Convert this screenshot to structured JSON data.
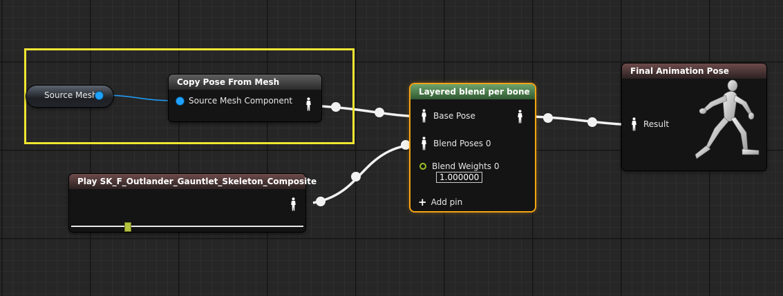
{
  "nodes": {
    "source_mesh": {
      "label": "Source Mesh"
    },
    "copy_pose": {
      "title": "Copy Pose From Mesh",
      "input_label": "Source Mesh Component"
    },
    "play_sequence": {
      "title": "Play SK_F_Outlander_Gauntlet_Skeleton_Composite",
      "playback_fraction": 0.24
    },
    "layered_blend": {
      "title": "Layered blend per bone",
      "base_pose": "Base Pose",
      "blend_poses": "Blend Poses 0",
      "blend_weights": "Blend Weights 0",
      "blend_weights_value": "1.000000",
      "add_pin": "Add pin"
    },
    "final_pose": {
      "title": "Final Animation Pose",
      "result": "Result"
    }
  },
  "icons": [
    "pose-pin-icon",
    "exec-dot-icon",
    "float-pin-icon",
    "plus-icon",
    "running-mannequin-icon"
  ],
  "colors": {
    "comment_border": "#f0e531",
    "object_pin": "#1fa2ff",
    "float_pin": "#9dc02b",
    "selection": "#f7a414",
    "blend_header": "#4e7f4d",
    "final_header": "#6d4b4b",
    "play_header": "#6d4b4b"
  }
}
